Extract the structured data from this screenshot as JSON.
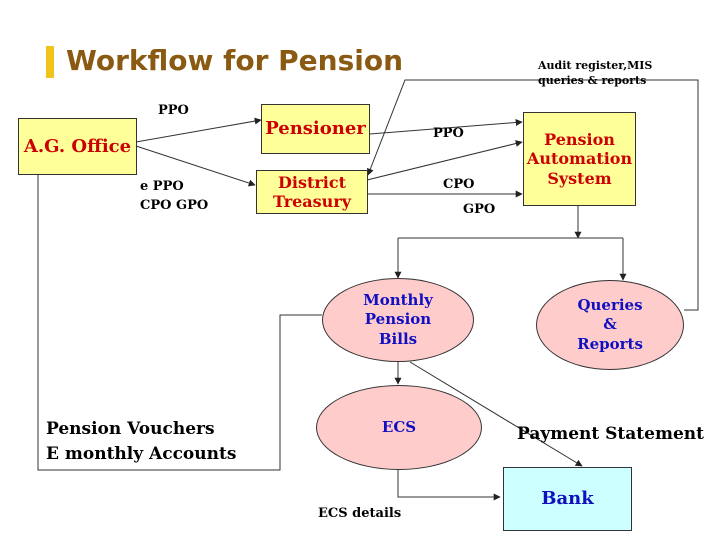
{
  "title": "Workflow for Pension",
  "nodes": {
    "ag_office": "A.G. Office",
    "pensioner": "Pensioner",
    "district_treasury": "District\nTreasury",
    "pension_automation": "Pension\nAutomation\nSystem",
    "monthly_bills": "Monthly\nPension\nBills",
    "queries_reports": "Queries\n&\nReports",
    "ecs": "ECS",
    "bank": "Bank"
  },
  "labels": {
    "ppo_top": "PPO",
    "ppo_right": "PPO",
    "epp_block": "e PPO\nCPO  GPO",
    "cpo": "CPO",
    "gpo": "GPO",
    "audit": "Audit register,MIS\nqueries & reports",
    "vouchers": "Pension Vouchers\nE monthly Accounts",
    "payment_statement": "Payment Statement",
    "ecs_details": "ECS details"
  },
  "colors": {
    "title": "#8a5a12",
    "accent": "#f0c419",
    "box_fill": "#ffff99",
    "ellipse_fill": "#ffcccc",
    "bank_fill": "#ccffff",
    "node_text_red": "#cc0000",
    "node_text_blue": "#1010c0"
  }
}
